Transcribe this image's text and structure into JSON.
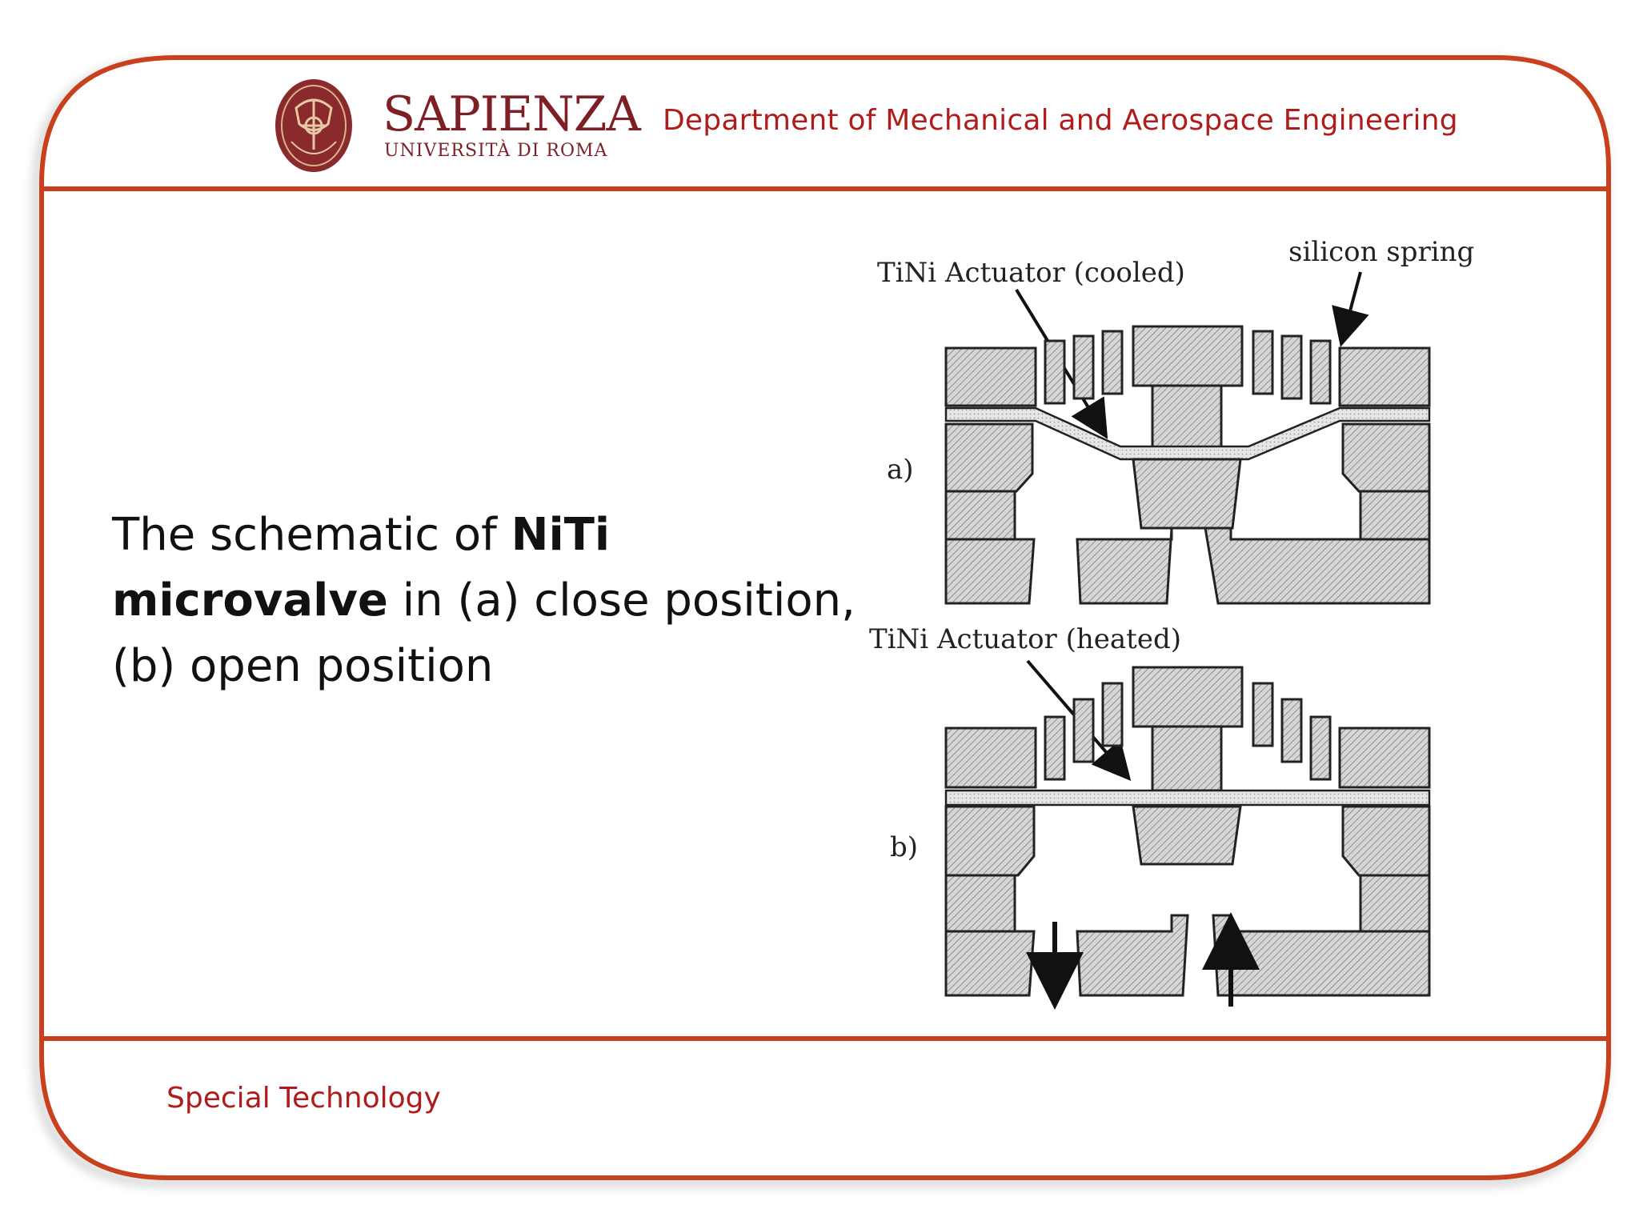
{
  "header": {
    "department": "Department of Mechanical and Aerospace Engineering",
    "logo_name": "SAPIENZA",
    "logo_subtitle": "UNIVERSITÀ DI ROMA"
  },
  "body": {
    "text_before": "The schematic of ",
    "text_bold": "NiTi microvalve",
    "text_after": " in (a) close position, (b) open position"
  },
  "diagram": {
    "label_actuator_cooled": "TiNi Actuator (cooled)",
    "label_silicon_spring": "silicon spring",
    "label_a": "a)",
    "label_actuator_heated": "TiNi Actuator (heated)",
    "label_b": "b)"
  },
  "footer": {
    "section": "Special Technology"
  },
  "colors": {
    "accent": "#c8401e",
    "title_red": "#b01c1c",
    "logo_maroon": "#7d1f24"
  }
}
